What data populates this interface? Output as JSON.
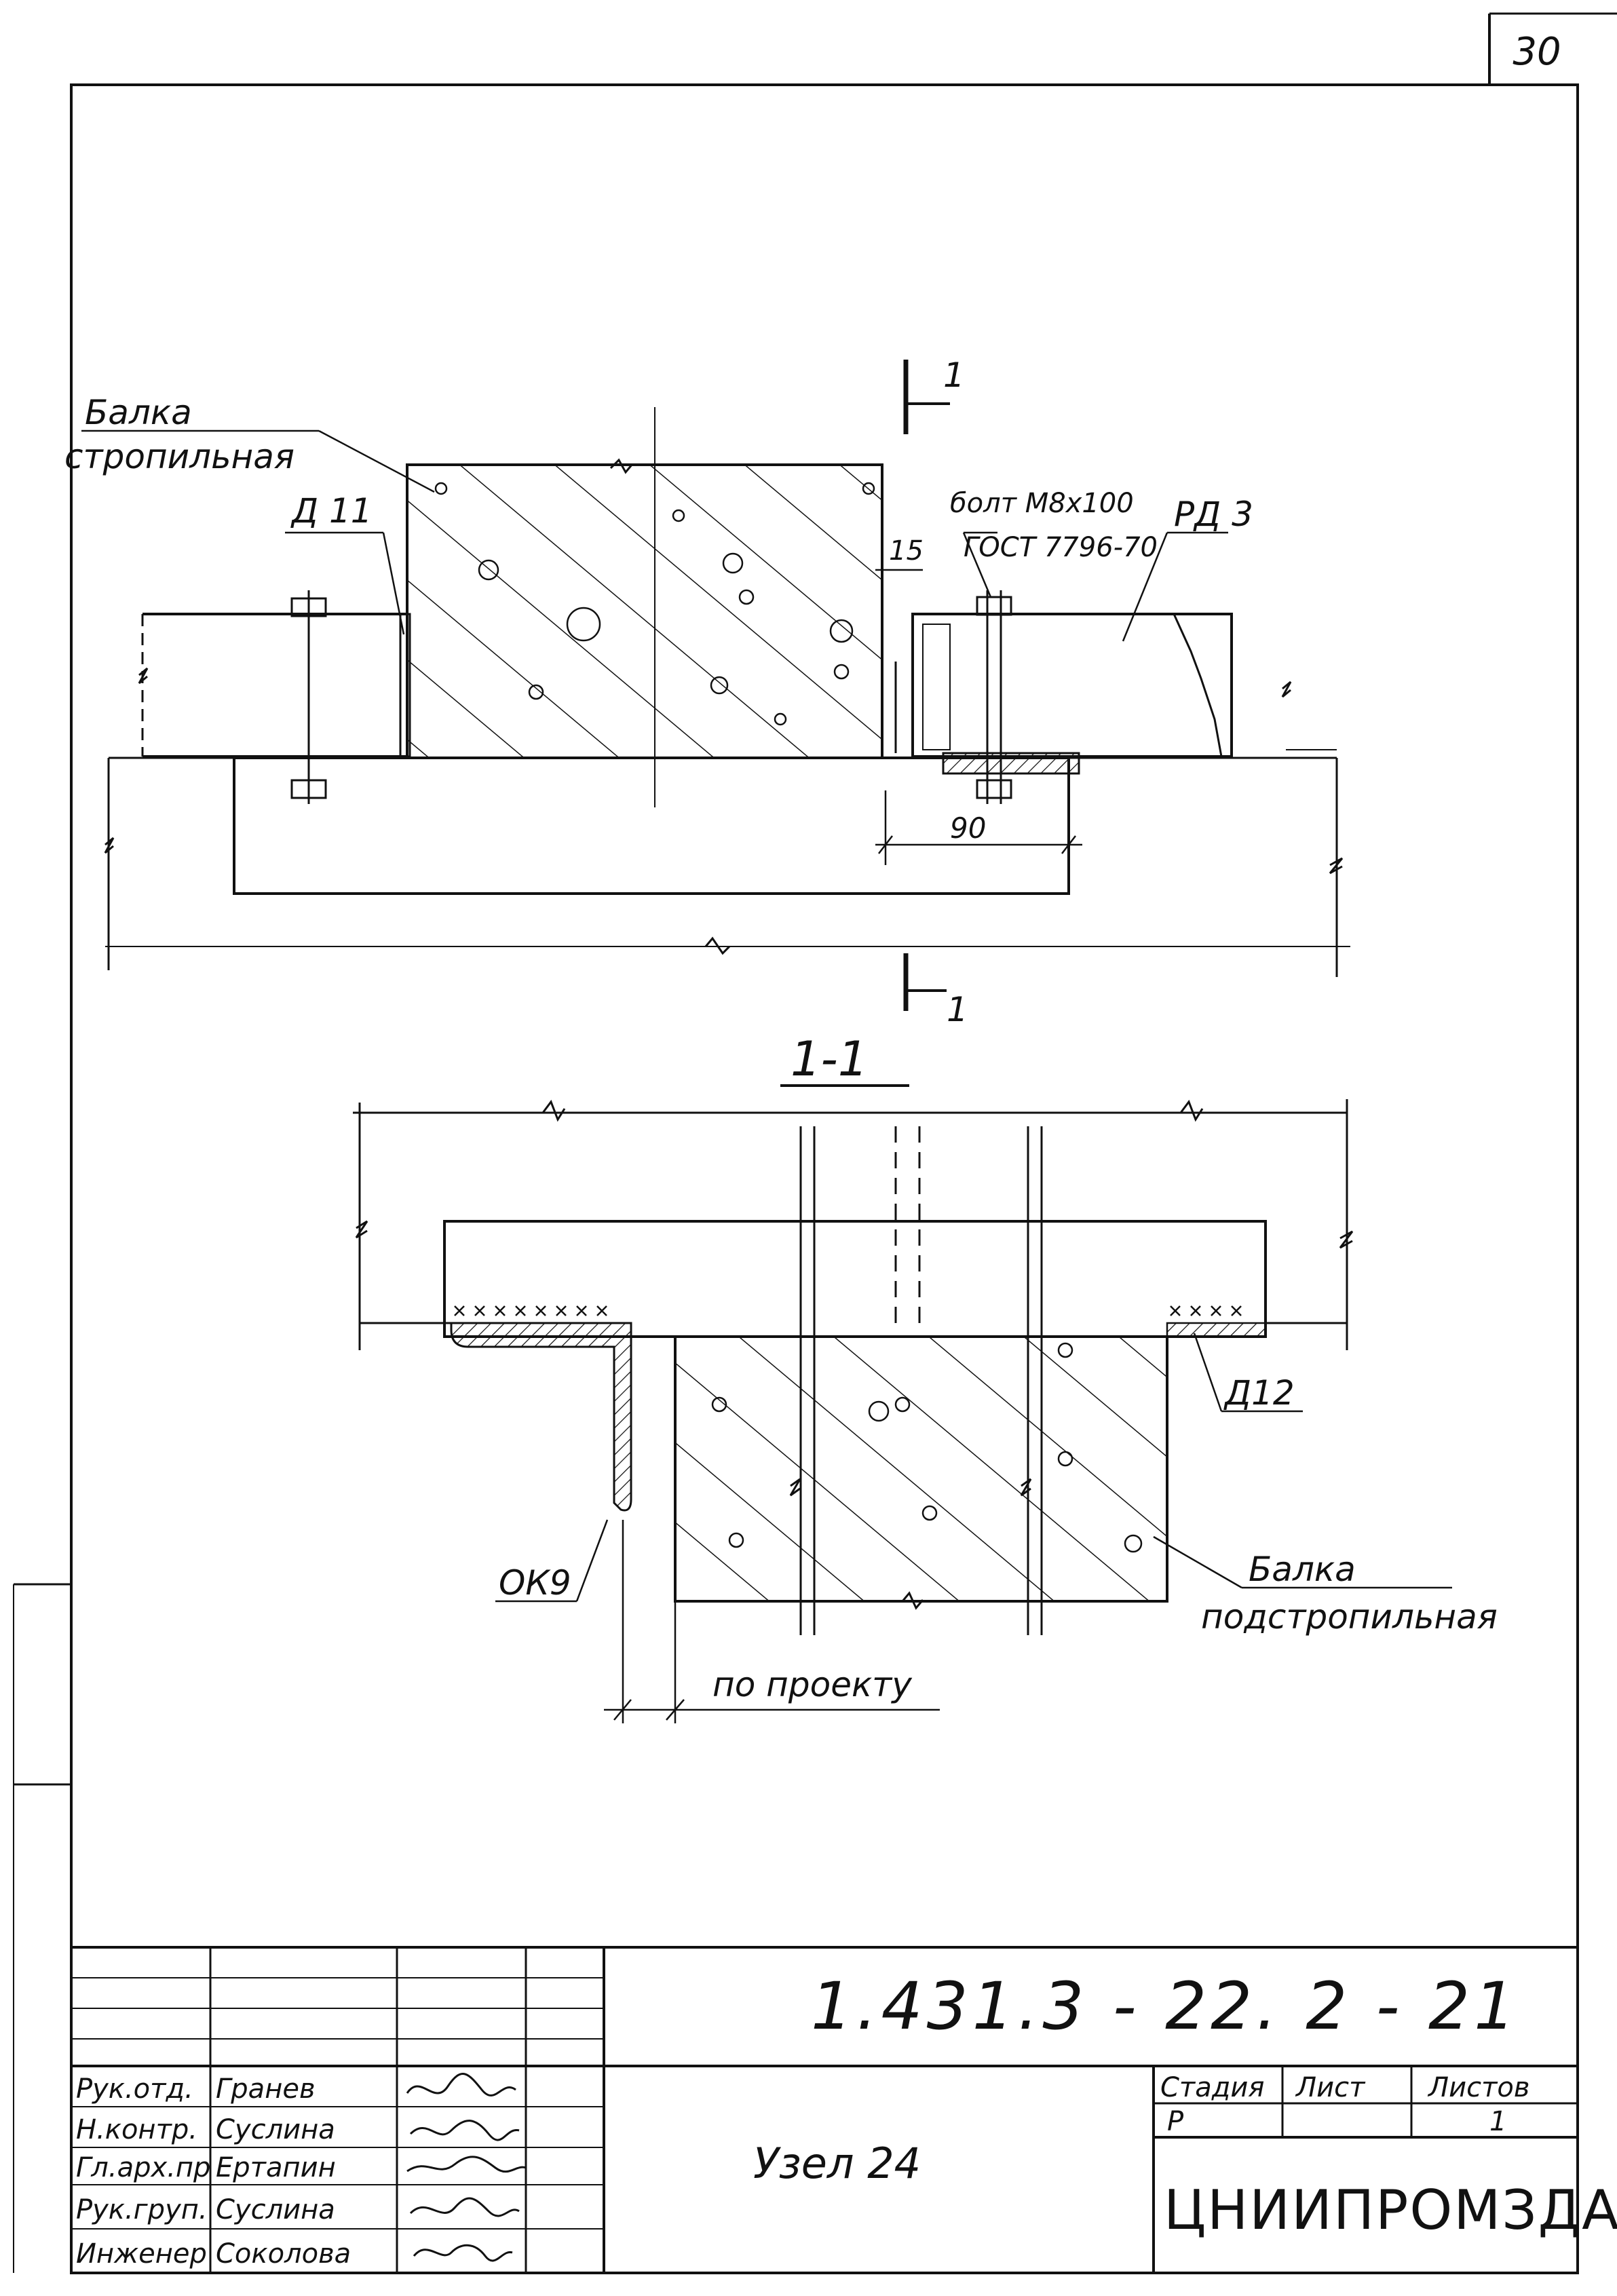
{
  "sheet_number": "30",
  "elevation": {
    "label_beam_rafter_line1": "Балка",
    "label_beam_rafter_line2": "стропильная",
    "label_d11": "Д 11",
    "label_bolt_line1": "болт М8х100",
    "label_bolt_line2": "ГОСТ 7796-70",
    "label_rd3": "РД 3",
    "dim_15": "15",
    "dim_90": "90",
    "section_mark": "1"
  },
  "section": {
    "title": "1-1",
    "label_d12": "Д12",
    "label_ok9": "ОК9",
    "label_beam_sub_line1": "Балка",
    "label_beam_sub_line2": "подстропильная",
    "dim_project": "по проекту"
  },
  "title_block": {
    "document_code": "1.431.3 - 22. 2 - 21",
    "title": "Узел 24",
    "header_stage": "Стадия",
    "header_sheet": "Лист",
    "header_sheets": "Листов",
    "stage": "Р",
    "sheets_total": "1",
    "organization": "ЦНИИПРОМЗДАНИЙ",
    "staff": [
      {
        "role": "Рук.отд.",
        "name": "Гранев"
      },
      {
        "role": "Н.контр.",
        "name": "Суслина"
      },
      {
        "role": "Гл.арх.пр",
        "name": "Ертапин"
      },
      {
        "role": "Рук.груп.",
        "name": "Суслина"
      },
      {
        "role": "Инженер",
        "name": "Соколова"
      }
    ]
  }
}
